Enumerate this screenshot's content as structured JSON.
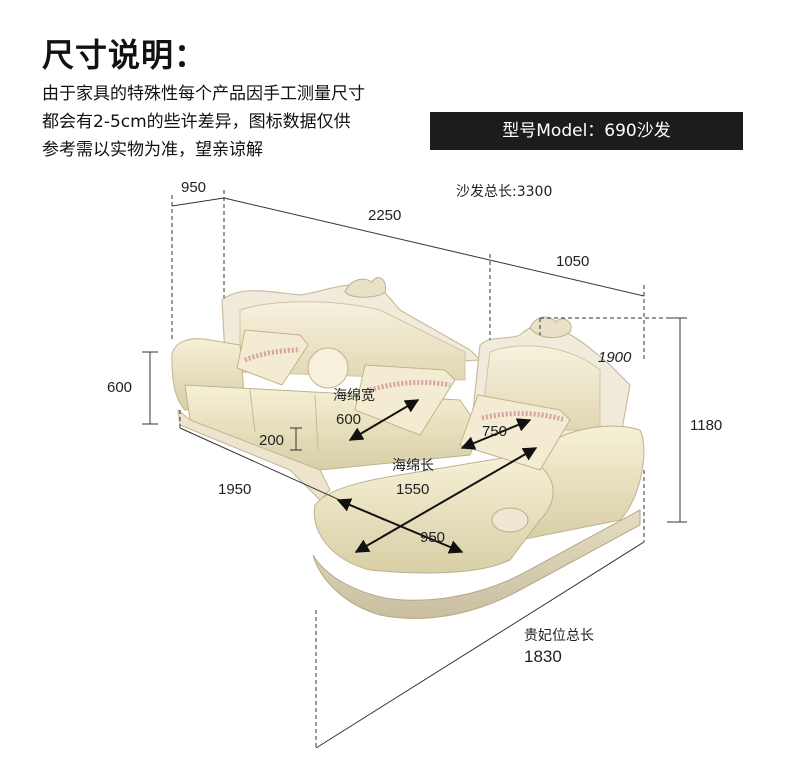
{
  "header": {
    "title": "尺寸说明：",
    "note_lines": [
      "由于家具的特殊性每个产品因手工测量尺寸",
      "都会有2-5cm的些许差异，图标数据仅供",
      "参考需以实物为准，望亲谅解"
    ],
    "model_label": "型号Model：690沙发"
  },
  "dimensions": {
    "total_length_label": "沙发总长:3300",
    "depth_left": "950",
    "main_length": "2250",
    "right_length": "1050",
    "right_depth": "1900",
    "total_height": "1180",
    "arm_height": "600",
    "seat_height": "200",
    "sponge_width_label": "海绵宽",
    "sponge_width": "600",
    "sponge_length_label": "海绵长",
    "sponge_length": "1550",
    "chaise_seat": "750",
    "front_length": "1950",
    "chaise_depth": "950",
    "chaise_total_label": "贵妃位总长",
    "chaise_total": "1830"
  },
  "colors": {
    "leather": "#eee6c4",
    "frame": "#efe7d6",
    "banner": "#1c1c1c"
  }
}
